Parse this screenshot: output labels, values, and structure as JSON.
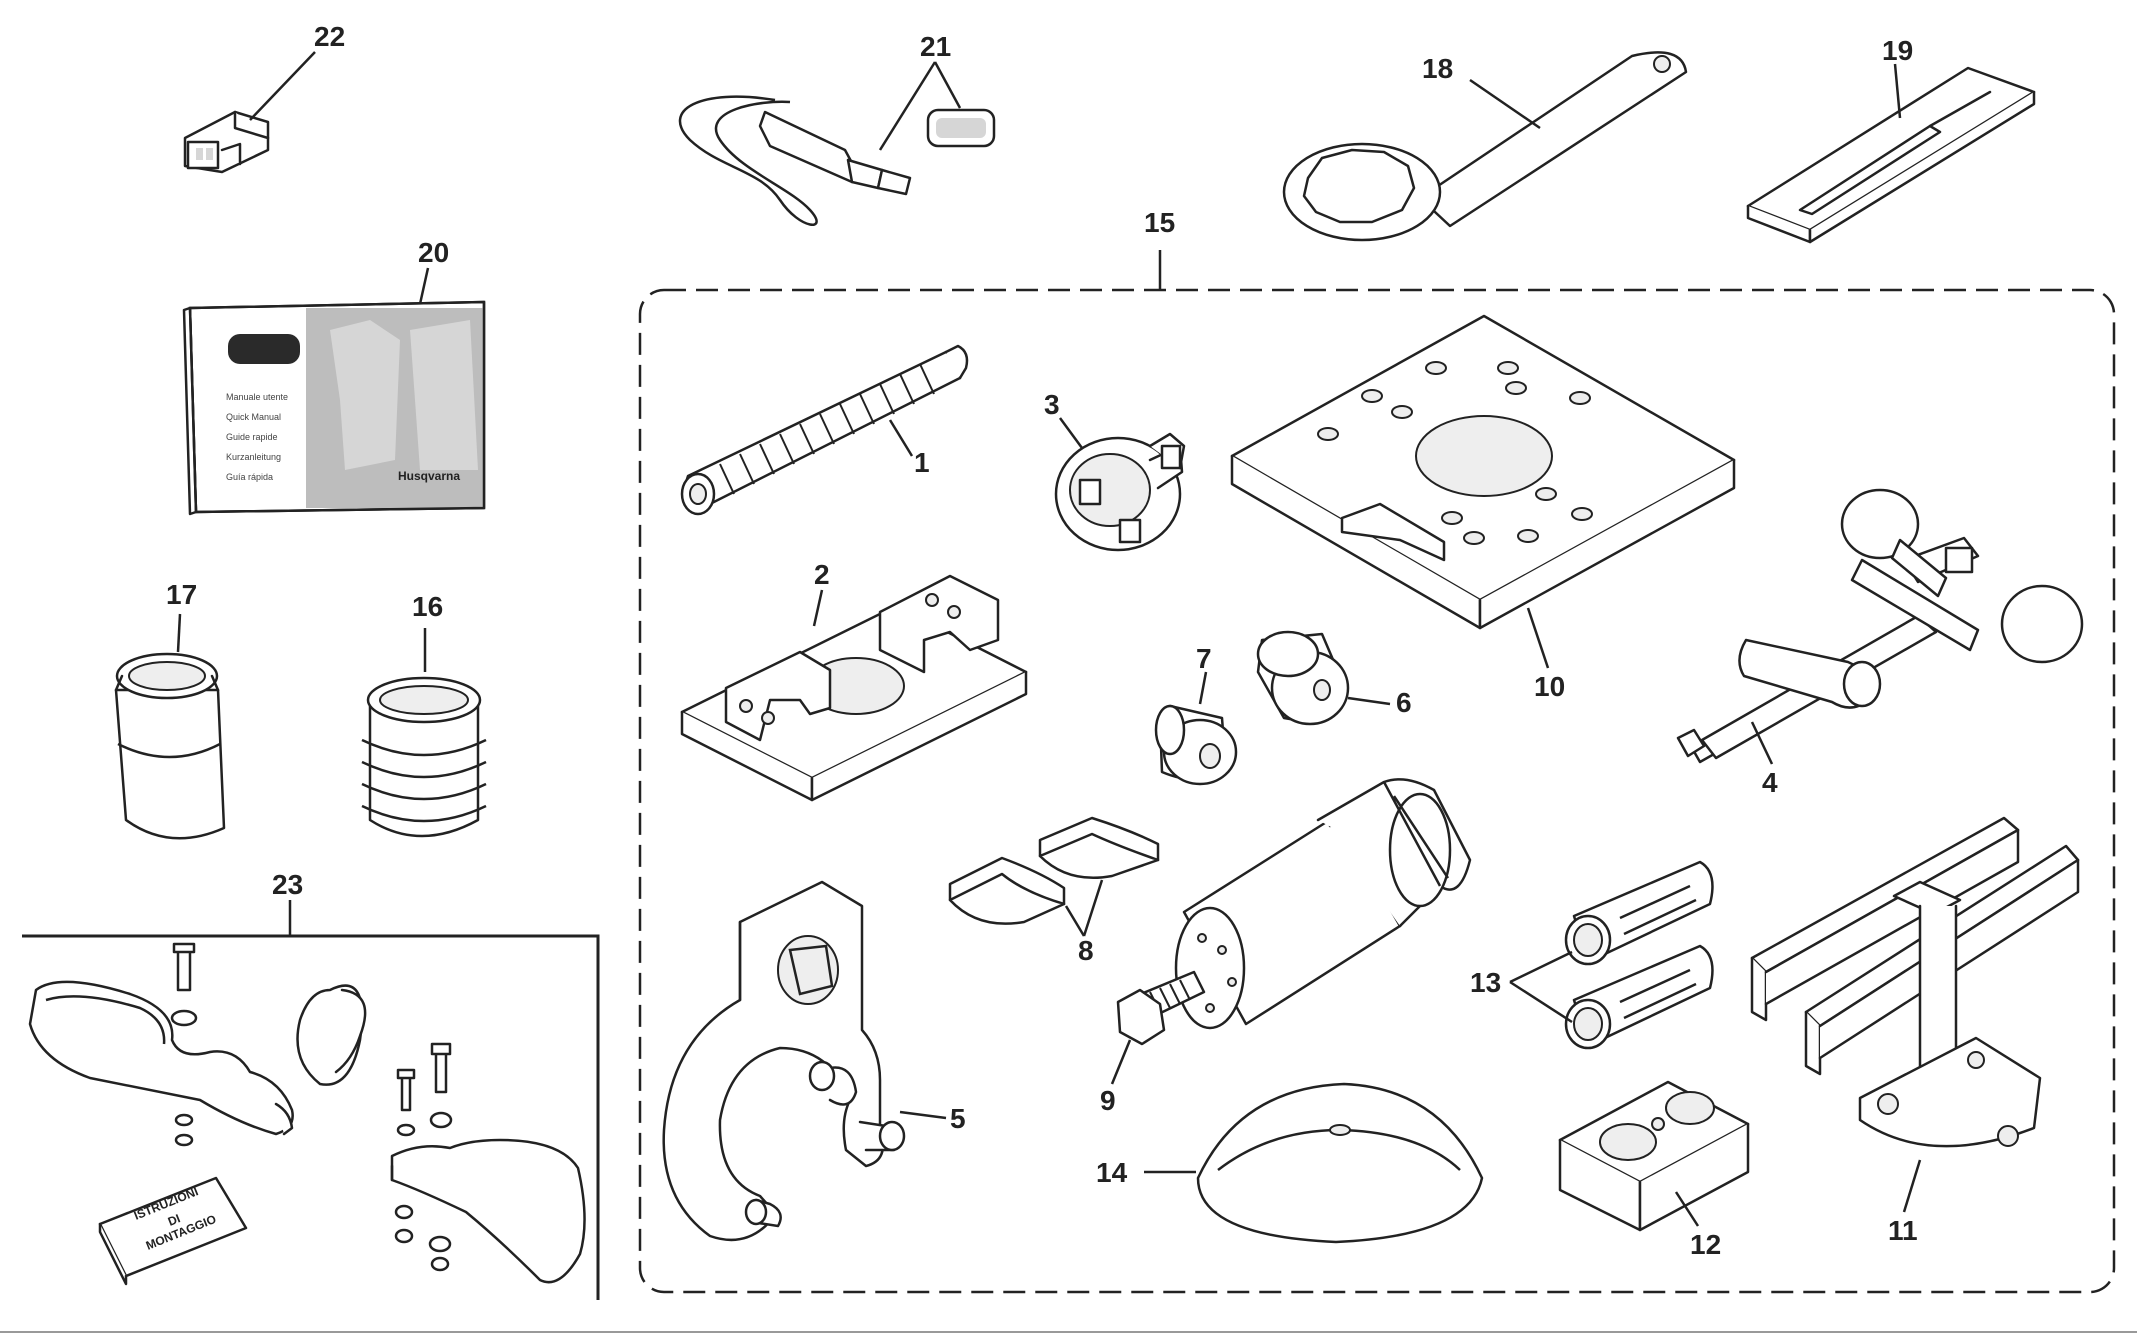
{
  "labels": {
    "l1": "1",
    "l2": "2",
    "l3": "3",
    "l4": "4",
    "l5": "5",
    "l6": "6",
    "l7": "7",
    "l8": "8",
    "l9": "9",
    "l10": "10",
    "l11": "11",
    "l12": "12",
    "l13": "13",
    "l14": "14",
    "l15": "15",
    "l16": "16",
    "l17": "17",
    "l18": "18",
    "l19": "19",
    "l20": "20",
    "l21": "21",
    "l22": "22",
    "l23": "23"
  },
  "manual": {
    "brand": "Husqvarna",
    "lines": [
      "Manuale utente",
      "Quick Manual",
      "Guide rapide",
      "Kurzanleitung",
      "Guía rápida"
    ]
  },
  "booklet": {
    "line1": "ISTRUZIONI",
    "line2": "DI",
    "line3": "MONTAGGIO"
  },
  "colors": {
    "ink": "#222222",
    "shade": "#d6d6d6",
    "background": "#ffffff"
  }
}
